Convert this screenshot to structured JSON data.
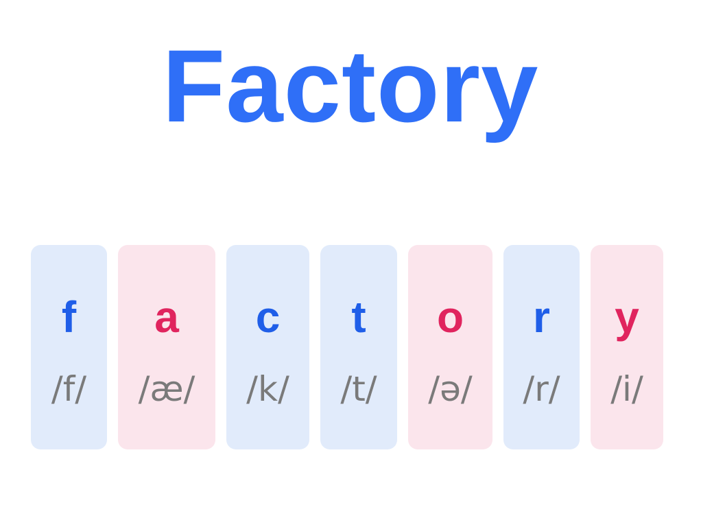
{
  "word": "Factory",
  "colors": {
    "title": "#2f6ff7",
    "consonant_letter": "#1f5ee8",
    "consonant_bg": "#e1ebfb",
    "vowel_letter": "#e0245e",
    "vowel_bg": "#fbe5ec",
    "phoneme": "#7a7a7a"
  },
  "tiles": [
    {
      "letter": "f",
      "phoneme": "/f/",
      "kind": "consonant"
    },
    {
      "letter": "a",
      "phoneme": "/æ/",
      "kind": "vowel"
    },
    {
      "letter": "c",
      "phoneme": "/k/",
      "kind": "consonant"
    },
    {
      "letter": "t",
      "phoneme": "/t/",
      "kind": "consonant"
    },
    {
      "letter": "o",
      "phoneme": "/ə/",
      "kind": "vowel"
    },
    {
      "letter": "r",
      "phoneme": "/r/",
      "kind": "consonant"
    },
    {
      "letter": "y",
      "phoneme": "/i/",
      "kind": "vowel"
    }
  ]
}
